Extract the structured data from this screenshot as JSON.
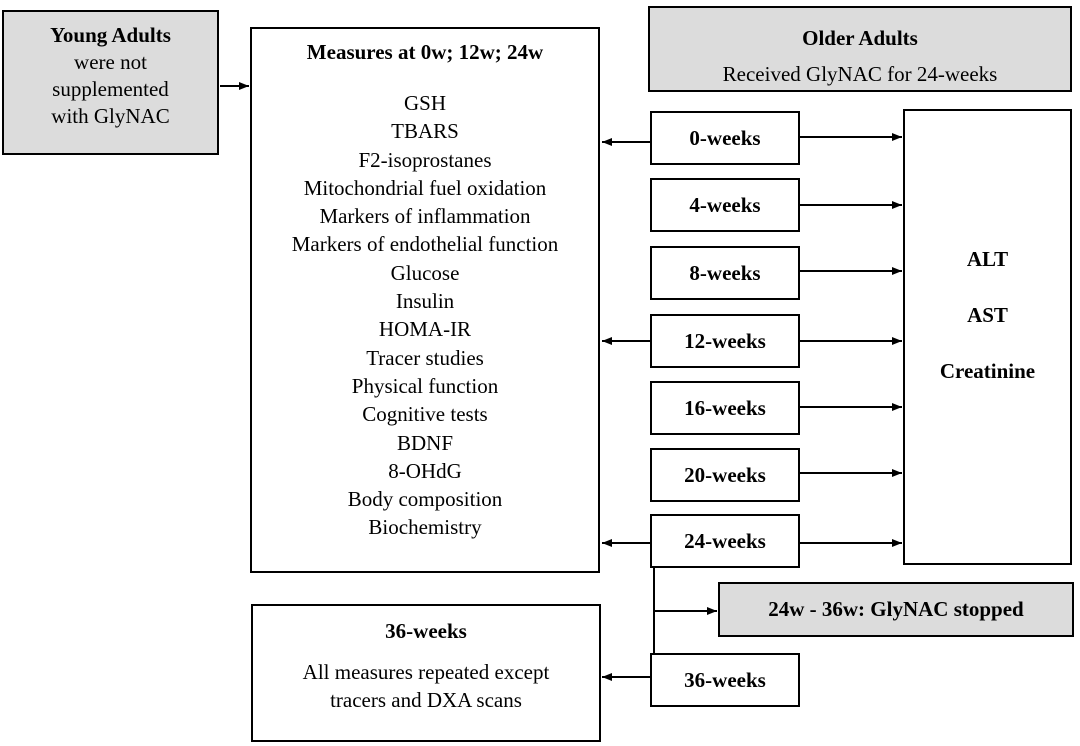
{
  "young": {
    "title": "Young Adults",
    "lines": [
      "were not",
      "supplemented",
      "with GlyNAC"
    ]
  },
  "measures": {
    "title": "Measures at 0w; 12w; 24w",
    "items": [
      "GSH",
      "TBARS",
      "F2-isoprostanes",
      "Mitochondrial fuel oxidation",
      "Markers of inflammation",
      "Markers of endothelial function",
      "Glucose",
      "Insulin",
      "HOMA-IR",
      "Tracer studies",
      "Physical function",
      "Cognitive tests",
      "BDNF",
      "8-OHdG",
      "Body composition",
      "Biochemistry"
    ]
  },
  "older": {
    "title": "Older Adults",
    "subtitle": "Received GlyNAC for 24-weeks"
  },
  "weeks": [
    "0-weeks",
    "4-weeks",
    "8-weeks",
    "12-weeks",
    "16-weeks",
    "20-weeks",
    "24-weeks",
    "36-weeks"
  ],
  "labs": [
    "ALT",
    "AST",
    "Creatinine"
  ],
  "stopped": "24w - 36w: GlyNAC stopped",
  "week36": {
    "title": "36-weeks",
    "lines": [
      "All measures repeated except",
      "tracers and DXA scans"
    ]
  },
  "colors": {
    "box_fill_gray": "#dcdcdc",
    "line": "#000000"
  }
}
